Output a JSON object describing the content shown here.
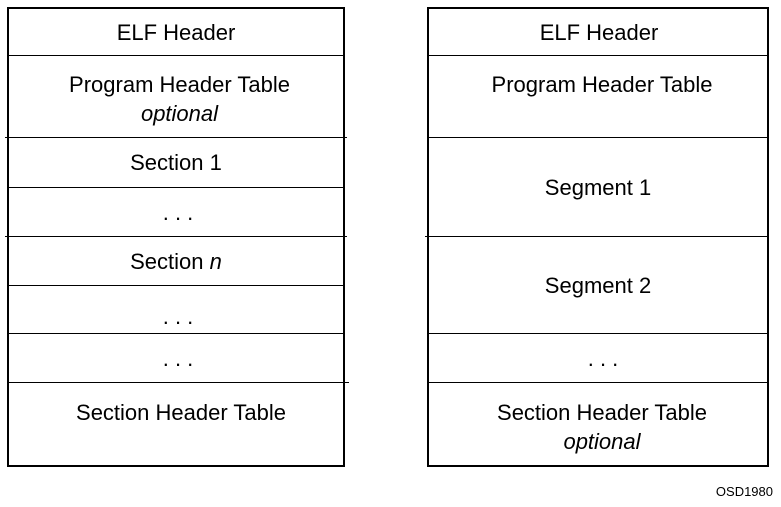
{
  "left": {
    "rows": [
      {
        "name": "elf-header",
        "label": "ELF Header"
      },
      {
        "name": "program-header-table",
        "label": "Program Header Table",
        "note": "optional"
      },
      {
        "name": "section-1",
        "label": "Section 1"
      },
      {
        "name": "ellipsis-1",
        "label": ". . ."
      },
      {
        "name": "section-n",
        "label": "Section ",
        "italic": "n"
      },
      {
        "name": "ellipsis-2",
        "label": ". . ."
      },
      {
        "name": "ellipsis-3",
        "label": ". . ."
      },
      {
        "name": "section-header-table",
        "label": "Section Header Table"
      }
    ]
  },
  "right": {
    "rows": [
      {
        "name": "elf-header",
        "label": "ELF Header"
      },
      {
        "name": "program-header-table",
        "label": "Program Header Table"
      },
      {
        "name": "segment-1",
        "label": "Segment 1"
      },
      {
        "name": "segment-2",
        "label": "Segment 2"
      },
      {
        "name": "ellipsis",
        "label": ". . ."
      },
      {
        "name": "section-header-table",
        "label": "Section Header Table",
        "note": "optional"
      }
    ]
  },
  "figure_id": "OSD1980",
  "colors": {
    "line": "#000000",
    "background": "#ffffff"
  }
}
